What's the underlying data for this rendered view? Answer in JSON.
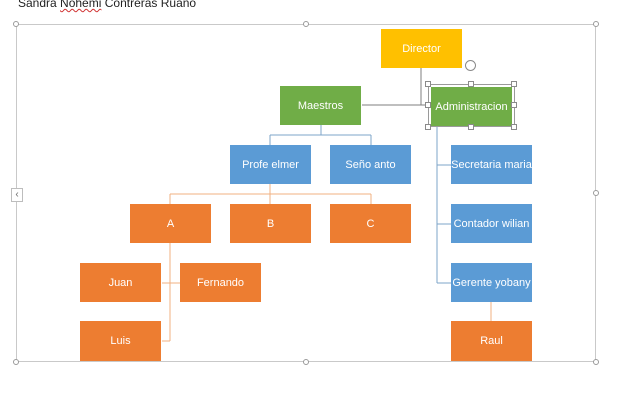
{
  "document": {
    "title_before": "Sandra ",
    "title_flagged": "Nohemi",
    "title_after": " Contreras Ruano"
  },
  "org_chart": {
    "director": "Director",
    "maestros": "Maestros",
    "administracion": "Administracion",
    "profe_elmer": "Profe elmer",
    "seno_anto": "Seño anto",
    "group_a": "A",
    "group_b": "B",
    "group_c": "C",
    "juan": "Juan",
    "fernando": "Fernando",
    "luis": "Luis",
    "secretaria": "Secretaria maria",
    "contador": "Contador wilian",
    "gerente": "Gerente yobany",
    "raul": "Raul"
  },
  "colors": {
    "yellow": "#ffc000",
    "green": "#70ad47",
    "blue": "#5b9bd5",
    "orange": "#ed7d31",
    "selection": "#9a9a9a"
  },
  "ui": {
    "collapse_icon": "chevron-left-icon",
    "collapse_glyph": "‹",
    "selected_node": "Administracion"
  }
}
